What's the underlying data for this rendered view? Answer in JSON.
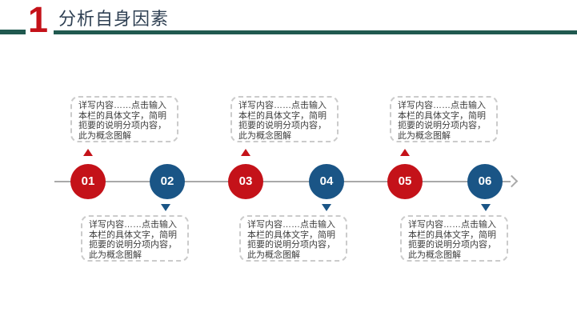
{
  "header": {
    "number": "1",
    "title": "分析自身因素"
  },
  "colors": {
    "red": "#C41219",
    "blue": "#1A5586",
    "teal": "#20594F",
    "navy": "#2F4053",
    "gray": "#A9A9A9",
    "border": "#CBCBCB"
  },
  "timeline": {
    "steps": [
      {
        "label": "01",
        "color": "red"
      },
      {
        "label": "02",
        "color": "blue"
      },
      {
        "label": "03",
        "color": "red"
      },
      {
        "label": "04",
        "color": "blue"
      },
      {
        "label": "05",
        "color": "red"
      },
      {
        "label": "06",
        "color": "blue"
      }
    ],
    "callouts": {
      "top": [
        {
          "text": "详写内容……点击输入本栏的具体文字，简明扼要的说明分项内容，此为概念图解"
        },
        {
          "text": "详写内容……点击输入本栏的具体文字，简明扼要的说明分项内容，此为概念图解"
        },
        {
          "text": "详写内容……点击输入本栏的具体文字，简明扼要的说明分项内容，此为概念图解"
        }
      ],
      "bottom": [
        {
          "text": "详写内容……点击输入本栏的具体文字，简明扼要的说明分项内容，此为概念图解"
        },
        {
          "text": "详写内容……点击输入本栏的具体文字，简明扼要的说明分项内容，此为概念图解"
        },
        {
          "text": "详写内容……点击输入本栏的具体文字，简明扼要的说明分项内容，此为概念图解"
        }
      ]
    }
  }
}
